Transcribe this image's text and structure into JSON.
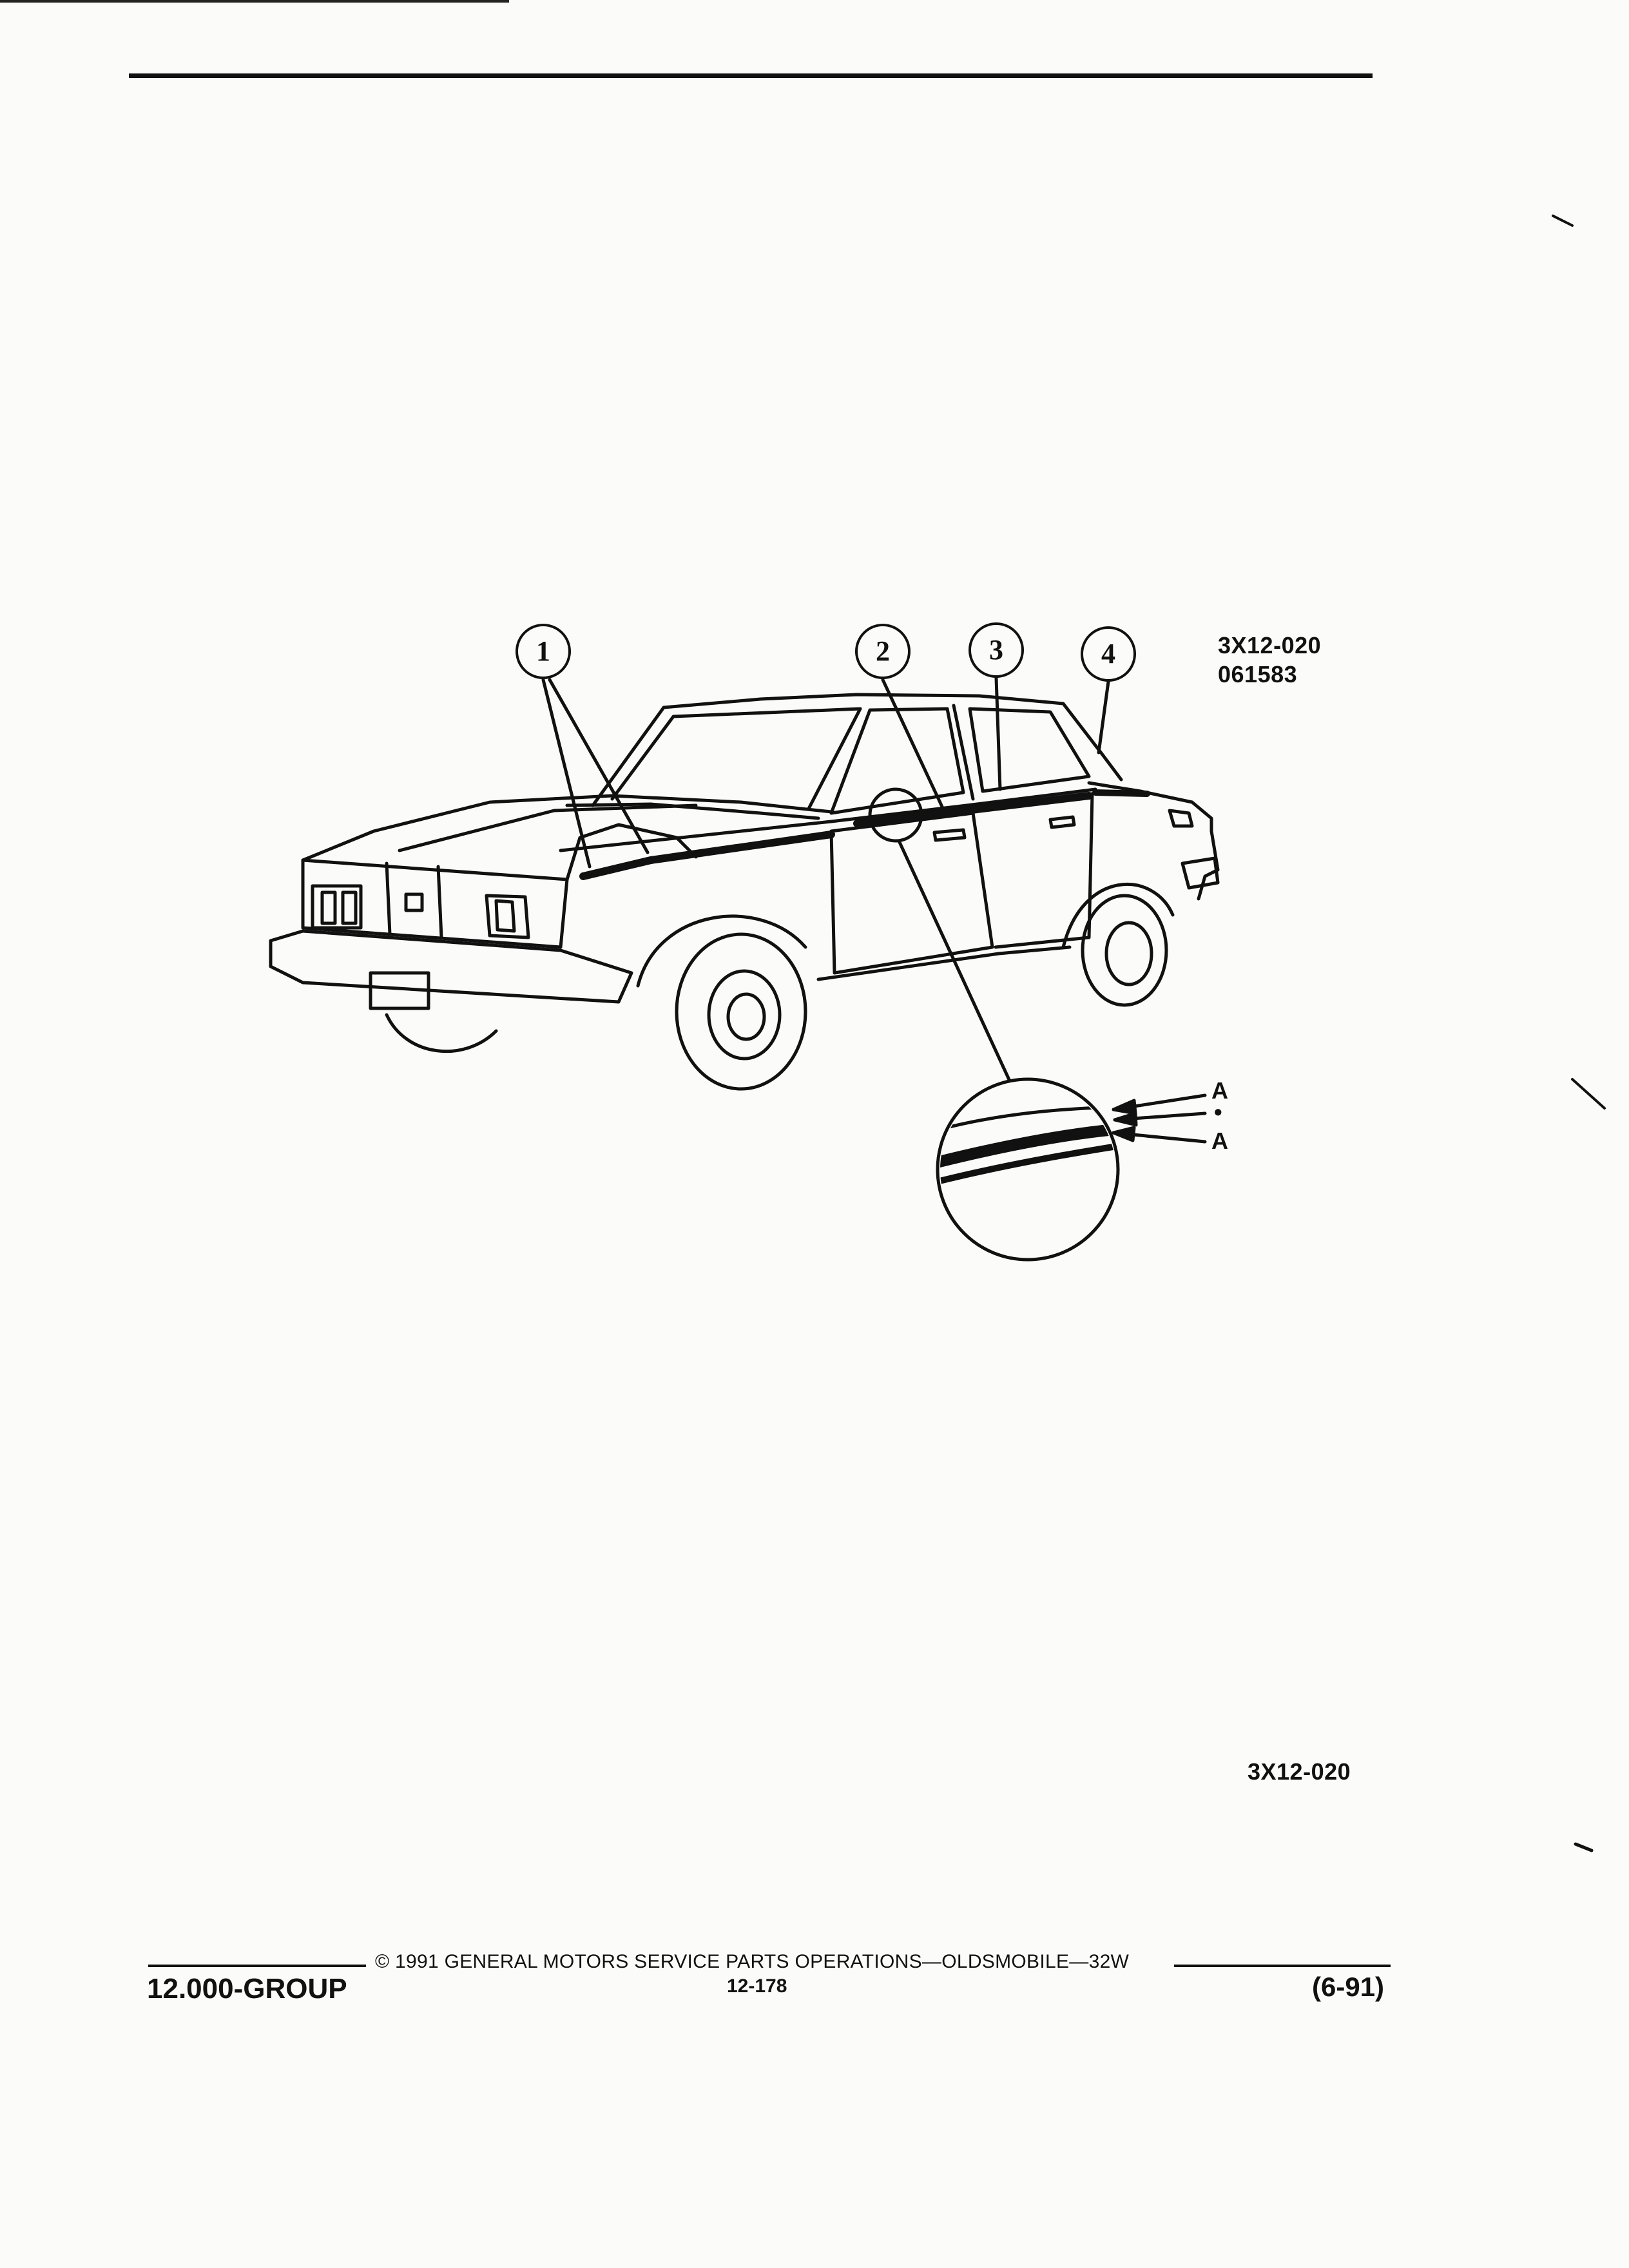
{
  "figure": {
    "id_line1": "3X12-020",
    "id_line2": "061583",
    "callouts": [
      "1",
      "2",
      "3",
      "4"
    ],
    "detail_labels": [
      "A",
      "•",
      "A"
    ],
    "bottom_ref": "3X12-020"
  },
  "footer": {
    "copyright": "© 1991 GENERAL MOTORS SERVICE PARTS OPERATIONS—OLDSMOBILE—32W",
    "group": "12.000-GROUP",
    "page": "12-178",
    "date": "(6-91)"
  }
}
